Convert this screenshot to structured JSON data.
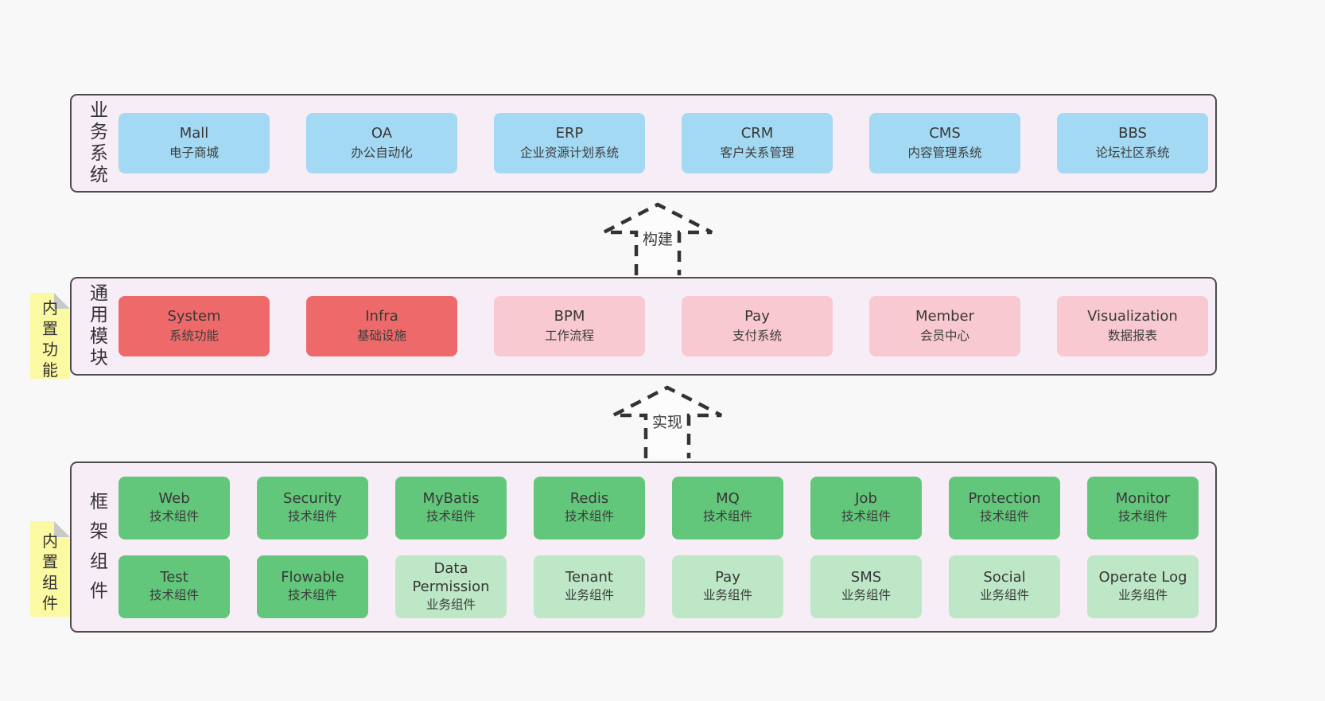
{
  "colors": {
    "page_background": "#f8f8f8",
    "container_background": "#f7edf6",
    "container_border": "#4c4c4c",
    "business_box": "#a3d9f3",
    "core_module_box": "#ee6a6a",
    "optional_module_box": "#f9c9d1",
    "tech_component_box": "#63c77b",
    "biz_component_box": "#bde7c6",
    "sticky_note": "#fbf9a1",
    "sticky_fold": "#c9c9c9",
    "arrow_stroke": "#333333"
  },
  "sections": [
    {
      "label": "业务系统",
      "boxes": [
        {
          "title": "Mall",
          "subtitle": "电子商城",
          "variant": "blue"
        },
        {
          "title": "OA",
          "subtitle": "办公自动化",
          "variant": "blue"
        },
        {
          "title": "ERP",
          "subtitle": "企业资源计划系统",
          "variant": "blue"
        },
        {
          "title": "CRM",
          "subtitle": "客户关系管理",
          "variant": "blue"
        },
        {
          "title": "CMS",
          "subtitle": "内容管理系统",
          "variant": "blue"
        },
        {
          "title": "BBS",
          "subtitle": "论坛社区系统",
          "variant": "blue"
        }
      ]
    },
    {
      "label": "通用模块",
      "note": "内置功能",
      "boxes": [
        {
          "title": "System",
          "subtitle": "系统功能",
          "variant": "red"
        },
        {
          "title": "Infra",
          "subtitle": "基础设施",
          "variant": "red"
        },
        {
          "title": "BPM",
          "subtitle": "工作流程",
          "variant": "pink"
        },
        {
          "title": "Pay",
          "subtitle": "支付系统",
          "variant": "pink"
        },
        {
          "title": "Member",
          "subtitle": "会员中心",
          "variant": "pink"
        },
        {
          "title": "Visualization",
          "subtitle": "数据报表",
          "variant": "pink"
        }
      ]
    },
    {
      "label": "框架组件",
      "note": "内置组件",
      "rows": [
        [
          {
            "title": "Web",
            "subtitle": "技术组件",
            "variant": "green"
          },
          {
            "title": "Security",
            "subtitle": "技术组件",
            "variant": "green"
          },
          {
            "title": "MyBatis",
            "subtitle": "技术组件",
            "variant": "green"
          },
          {
            "title": "Redis",
            "subtitle": "技术组件",
            "variant": "green"
          },
          {
            "title": "MQ",
            "subtitle": "技术组件",
            "variant": "green"
          },
          {
            "title": "Job",
            "subtitle": "技术组件",
            "variant": "green"
          },
          {
            "title": "Protection",
            "subtitle": "技术组件",
            "variant": "green"
          },
          {
            "title": "Monitor",
            "subtitle": "技术组件",
            "variant": "green"
          }
        ],
        [
          {
            "title": "Test",
            "subtitle": "技术组件",
            "variant": "green"
          },
          {
            "title": "Flowable",
            "subtitle": "技术组件",
            "variant": "green"
          },
          {
            "title": "Data Permission",
            "subtitle": "业务组件",
            "variant": "green-light"
          },
          {
            "title": "Tenant",
            "subtitle": "业务组件",
            "variant": "green-light"
          },
          {
            "title": "Pay",
            "subtitle": "业务组件",
            "variant": "green-light"
          },
          {
            "title": "SMS",
            "subtitle": "业务组件",
            "variant": "green-light"
          },
          {
            "title": "Social",
            "subtitle": "业务组件",
            "variant": "green-light"
          },
          {
            "title": "Operate Log",
            "subtitle": "业务组件",
            "variant": "green-light"
          }
        ]
      ]
    }
  ],
  "arrows": [
    {
      "label": "构建"
    },
    {
      "label": "实现"
    }
  ]
}
